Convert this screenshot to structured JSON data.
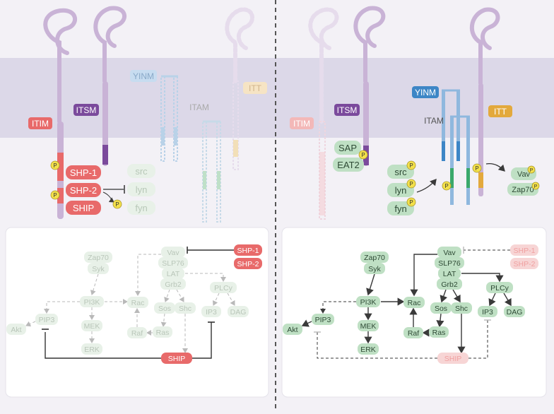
{
  "colors": {
    "membrane": "#dcd8e8",
    "receptor": "#c9b3d6",
    "receptor_faded": "#e6dcec",
    "itim_red": "#e86a6a",
    "itsm_purple": "#7b4a9c",
    "yinm_blue": "#3d86c6",
    "itam_green": "#3aa86b",
    "itt_orange": "#e3a93c",
    "node_green": "#bfe0c4",
    "node_green_faded": "#e8f1e8",
    "node_red": "#e86a6a",
    "node_red_faded": "#f7d5d5",
    "phospho": "#f3e04a"
  },
  "left": {
    "motifs": {
      "itim": "ITIM",
      "itsm": "ITSM",
      "yinm": "YINM",
      "itam": "ITAM",
      "itt": "ITT"
    },
    "phosphatases": [
      "SHP-1",
      "SHP-2",
      "SHIP"
    ],
    "kinases": [
      "src",
      "lyn",
      "fyn"
    ],
    "phospho_label": "P",
    "pathway": {
      "zap70": "Zap70",
      "syk": "Syk",
      "pi3k": "PI3K",
      "mek": "MEK",
      "erk": "ERK",
      "pip3": "PIP3",
      "akt": "Akt",
      "vav": "Vav",
      "slp76": "SLP76",
      "lat": "LAT",
      "grb2": "Grb2",
      "rac": "Rac",
      "sos": "Sos",
      "shc": "Shc",
      "raf": "Raf",
      "ras": "Ras",
      "plcy": "PLCy",
      "ip3": "IP3",
      "dag": "DAG",
      "shp1": "SHP-1",
      "shp2": "SHP-2",
      "ship": "SHIP"
    }
  },
  "right": {
    "motifs": {
      "itim": "ITIM",
      "itsm": "ITSM",
      "yinm": "YINM",
      "itam": "ITAM",
      "itt": "ITT"
    },
    "adaptors": [
      "SAP",
      "EAT2"
    ],
    "kinases": [
      "src",
      "lyn",
      "fyn"
    ],
    "downstream": [
      "Vav",
      "Zap70"
    ],
    "phospho_label": "P",
    "pathway": {
      "zap70": "Zap70",
      "syk": "Syk",
      "pi3k": "PI3K",
      "mek": "MEK",
      "erk": "ERK",
      "pip3": "PIP3",
      "akt": "Akt",
      "vav": "Vav",
      "slp76": "SLP76",
      "lat": "LAT",
      "grb2": "Grb2",
      "rac": "Rac",
      "sos": "Sos",
      "shc": "Shc",
      "raf": "Raf",
      "ras": "Ras",
      "plcy": "PLCy",
      "ip3": "IP3",
      "dag": "DAG",
      "shp1": "SHP-1",
      "shp2": "SHP-2",
      "ship": "SHIP"
    }
  }
}
